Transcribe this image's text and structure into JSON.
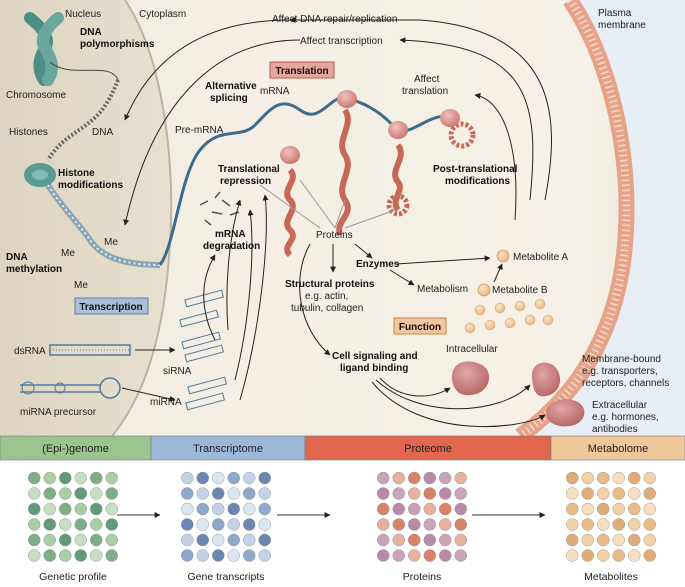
{
  "regions": {
    "nucleus": "Nucleus",
    "cytoplasm": "Cytoplasm",
    "plasma_membrane": [
      "Plasma",
      "membrane"
    ]
  },
  "labels": {
    "affect_dna": "Affect DNA repair/replication",
    "affect_transcription": "Affect transcription",
    "affect_translation": [
      "Affect",
      "translation"
    ],
    "translation_box": "Translation",
    "transcription_box": "Transcription",
    "function_box": "Function",
    "dna_polymorphisms": [
      "DNA",
      "polymorphisms"
    ],
    "chromosome": "Chromosome",
    "histones": "Histones",
    "dna": "DNA",
    "histone_modifications": [
      "Histone",
      "modifications"
    ],
    "dna_methylation": [
      "DNA",
      "methylation"
    ],
    "me": "Me",
    "mrna": "mRNA",
    "pre_mrna": "Pre-mRNA",
    "alternative_splicing": [
      "Alternative",
      "splicing"
    ],
    "translational_repression": [
      "Translational",
      "repression"
    ],
    "mrna_degradation": [
      "mRNA",
      "degradation"
    ],
    "post_translational": [
      "Post-translational",
      "modifications"
    ],
    "proteins": "Proteins",
    "enzymes": "Enzymes",
    "structural_proteins": [
      "Structural proteins",
      "e.g. actin,",
      "tubulin, collagen"
    ],
    "metabolite_a": "Metabolite A",
    "metabolite_b": "Metabolite B",
    "metabolism": "Metabolism",
    "cell_signaling": [
      "Cell signaling and",
      "ligand binding"
    ],
    "intracellular": "Intracellular",
    "membrane_bound": [
      "Membrane-bound",
      "e.g. transporters,",
      "receptors, channels"
    ],
    "extracellular": [
      "Extracellular",
      "e.g. hormones,",
      "antibodies"
    ],
    "dsrna": "dsRNA",
    "sirna": "siRNA",
    "mirna": "miRNA",
    "mirna_precursor": "miRNA precursor"
  },
  "omics_bands": [
    {
      "label": "(Epi-)genome",
      "color": "#9cc48f"
    },
    {
      "label": "Transcriptome",
      "color": "#9db8d8"
    },
    {
      "label": "Proteome",
      "color": "#e2674f"
    },
    {
      "label": "Metabolome",
      "color": "#f0c79a"
    }
  ],
  "profiles": [
    {
      "caption": "Genetic profile",
      "colors": [
        "#7fae86",
        "#a9cda4",
        "#5f9a79",
        "#c6dfc0"
      ]
    },
    {
      "caption": "Gene transcripts",
      "colors": [
        "#8fa8cc",
        "#c3d3e7",
        "#6b86b3",
        "#dce6f1"
      ]
    },
    {
      "caption": "Proteins",
      "colors": [
        "#d9826a",
        "#b98aa7",
        "#c9a4b6",
        "#e7b19e"
      ]
    },
    {
      "caption": "Metabolites",
      "colors": [
        "#f1d1a6",
        "#e9bb86",
        "#f6e0c1",
        "#e0ad78"
      ]
    }
  ],
  "colors": {
    "nucleus_bg": "#e7dfcf",
    "cytoplasm_bg": "#f4eee3",
    "membrane": "#e9a98f",
    "protein_helix": "#d07563",
    "ribosome": "#d98d86",
    "rna_strand": "#3d6b8c"
  }
}
